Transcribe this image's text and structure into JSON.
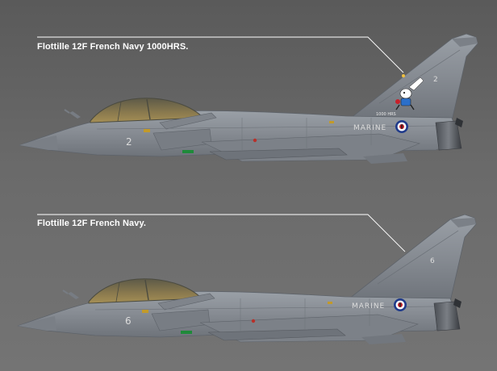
{
  "profiles": [
    {
      "caption": "Flottille 12F French Navy 1000HRS.",
      "tail_number": "2",
      "nose_number": "2",
      "service_marking": "MARINE",
      "hours_marking": "1000 HRS",
      "has_tail_art": true
    },
    {
      "caption": "Flottille 12F French Navy.",
      "tail_number": "6",
      "nose_number": "6",
      "service_marking": "MARINE",
      "has_tail_art": false
    }
  ],
  "colors": {
    "airframe": "#868b92",
    "airframe_dark": "#6f747b",
    "canopy": "#8b7a4e",
    "roundel_blue": "#1f3a8a",
    "roundel_red": "#c8202a",
    "marking": "#dcdcdc"
  }
}
